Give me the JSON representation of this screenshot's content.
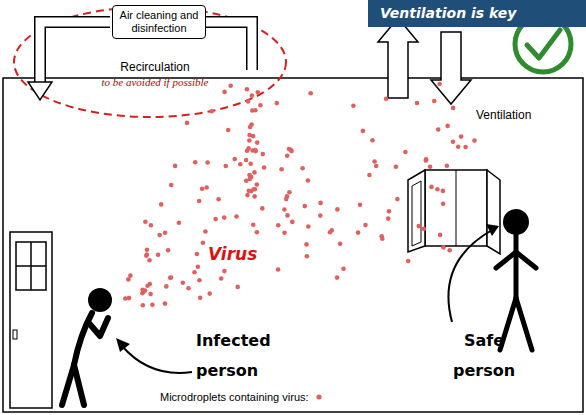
{
  "diagram": {
    "title": "Ventilation is key",
    "nodes": [
      {
        "text": [
          "Air cleaning and disinfection"
        ]
      }
    ],
    "labels": [
      "Recirculation",
      "to be avoided if possible",
      "Ventilation",
      "Virus",
      "Infected person",
      "Safe person"
    ],
    "legend": [
      {
        "text": "Microdroplets containing virus:"
      }
    ]
  }
}
